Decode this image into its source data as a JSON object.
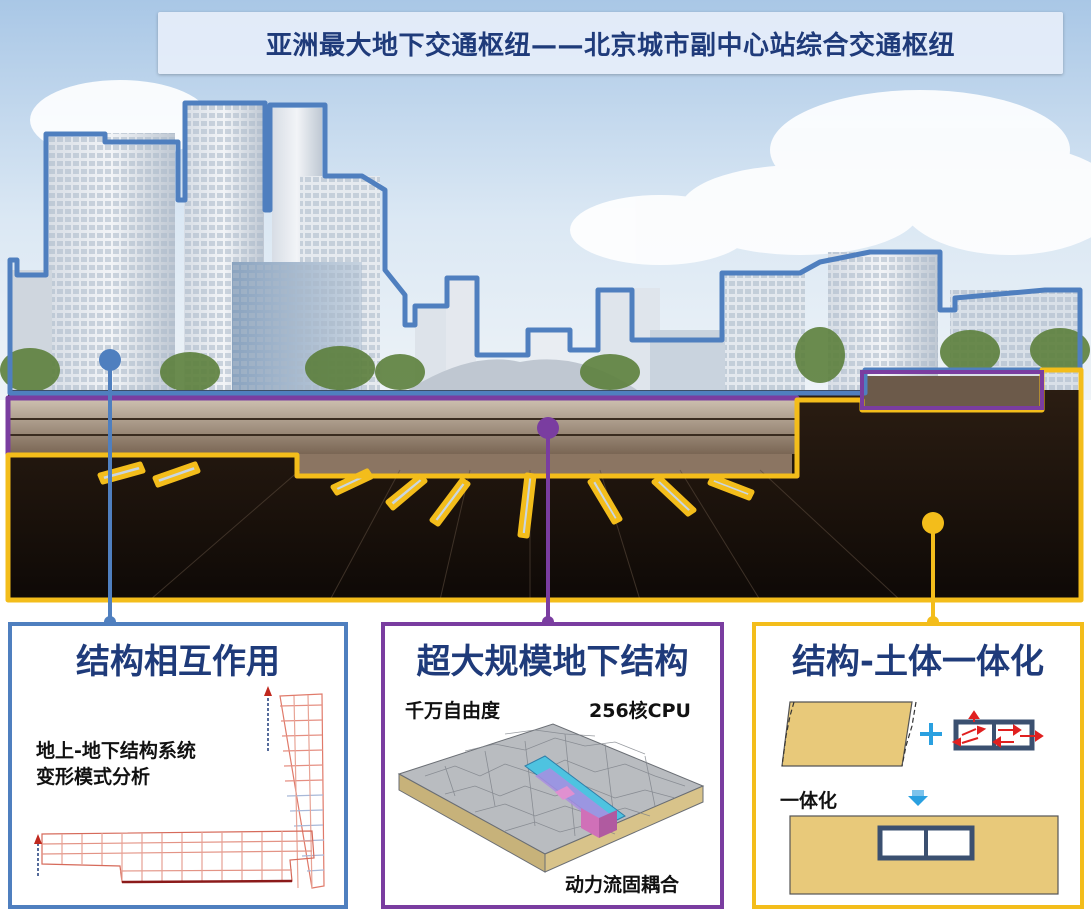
{
  "title": "亚洲最大地下交通枢纽——北京城市副中心站综合交通枢纽",
  "panels": {
    "interaction": {
      "title": "结构相互作用",
      "caption_line1": "地上-地下结构系统",
      "caption_line2": "变形模式分析"
    },
    "large_scale": {
      "title": "超大规模地下结构",
      "label_dof": "千万自由度",
      "label_cpu": "256核CPU",
      "label_coupling": "动力流固耦合"
    },
    "soil": {
      "title": "结构-土体一体化",
      "label_integration": "一体化"
    }
  },
  "colors": {
    "blue_outline": "#4f7fbf",
    "purple_outline": "#7a3da0",
    "yellow_outline": "#f3bd1b",
    "title_text": "#1f3b7a",
    "soil_fill": "#e8c97a",
    "arrow_red": "#e02020",
    "plus_blue": "#2aa0e0"
  },
  "icons": {
    "plus": "plus-icon",
    "down_arrow": "down-arrow-icon"
  }
}
